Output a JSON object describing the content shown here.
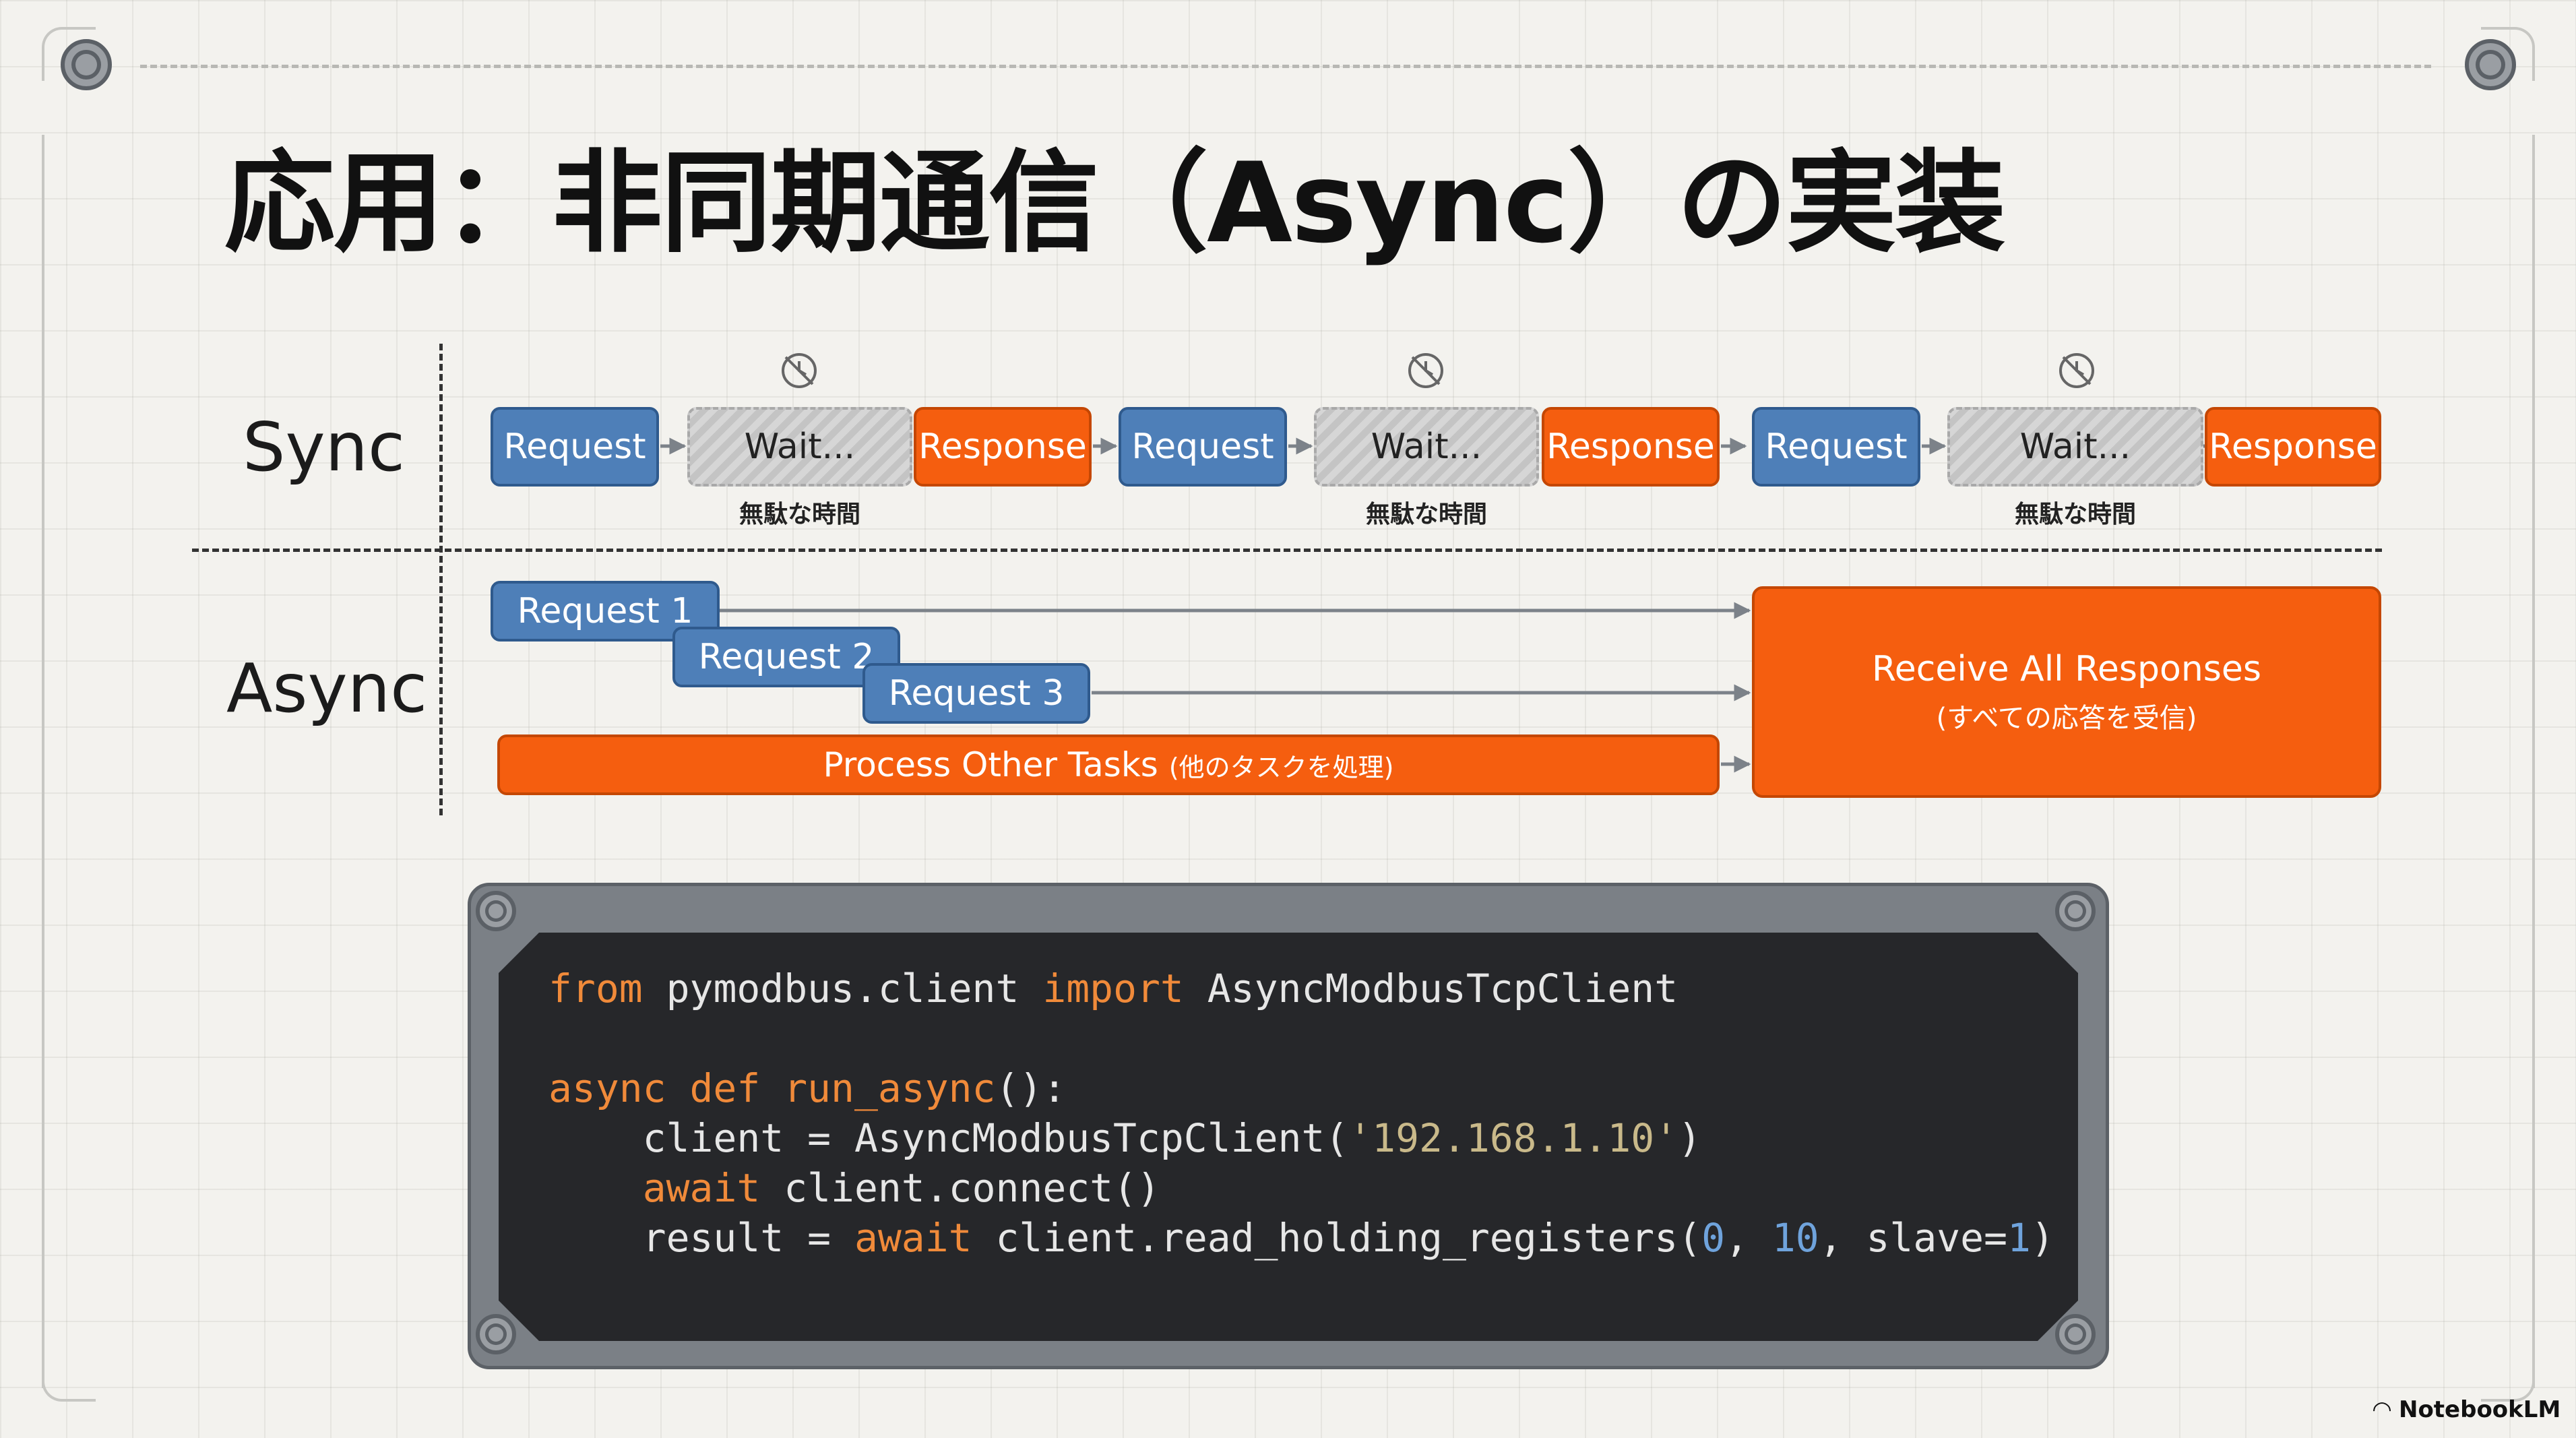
{
  "title": "応用：非同期通信（Async）の実装",
  "rows": {
    "sync_label": "Sync",
    "async_label": "Async"
  },
  "sync": {
    "groups": [
      {
        "request": "Request",
        "wait": "Wait...",
        "response": "Response",
        "caption": "無駄な時間",
        "icon": "no-clock-icon"
      },
      {
        "request": "Request",
        "wait": "Wait...",
        "response": "Response",
        "caption": "無駄な時間",
        "icon": "no-clock-icon"
      },
      {
        "request": "Request",
        "wait": "Wait...",
        "response": "Response",
        "caption": "無駄な時間",
        "icon": "no-clock-icon"
      }
    ]
  },
  "async": {
    "requests": [
      "Request 1",
      "Request 2",
      "Request 3"
    ],
    "process_main": "Process Other Tasks",
    "process_note": "(他のタスクを処理)",
    "receive_line1": "Receive All Responses",
    "receive_line2": "(すべての応答を受信)"
  },
  "code": {
    "lines": [
      [
        {
          "t": "from",
          "c": "kw"
        },
        {
          "t": " pymodbus.client ",
          "c": ""
        },
        {
          "t": "import",
          "c": "kw"
        },
        {
          "t": " AsyncModbusTcpClient",
          "c": ""
        }
      ],
      [],
      [
        {
          "t": "async def ",
          "c": "kw"
        },
        {
          "t": "run_async",
          "c": "kw"
        },
        {
          "t": "():",
          "c": ""
        }
      ],
      [
        {
          "t": "    client = AsyncModbusTcpClient(",
          "c": ""
        },
        {
          "t": "'192.168.1.10'",
          "c": "str"
        },
        {
          "t": ")",
          "c": ""
        }
      ],
      [
        {
          "t": "    ",
          "c": ""
        },
        {
          "t": "await",
          "c": "kw"
        },
        {
          "t": " client.connect()",
          "c": ""
        }
      ],
      [
        {
          "t": "    result = ",
          "c": ""
        },
        {
          "t": "await",
          "c": "kw"
        },
        {
          "t": " client.read_holding_registers(",
          "c": ""
        },
        {
          "t": "0",
          "c": "num"
        },
        {
          "t": ", ",
          "c": ""
        },
        {
          "t": "10",
          "c": "num"
        },
        {
          "t": ", slave=",
          "c": ""
        },
        {
          "t": "1",
          "c": "num"
        },
        {
          "t": ")",
          "c": ""
        }
      ]
    ]
  },
  "brand": "NotebookLM",
  "colors": {
    "request_blue": "#4e7fb8",
    "response_orange": "#f55e0f",
    "wait_gray": "#cfcfcf",
    "keyword": "#f08a3a",
    "string": "#c9b98a",
    "number": "#6fa3dc"
  }
}
